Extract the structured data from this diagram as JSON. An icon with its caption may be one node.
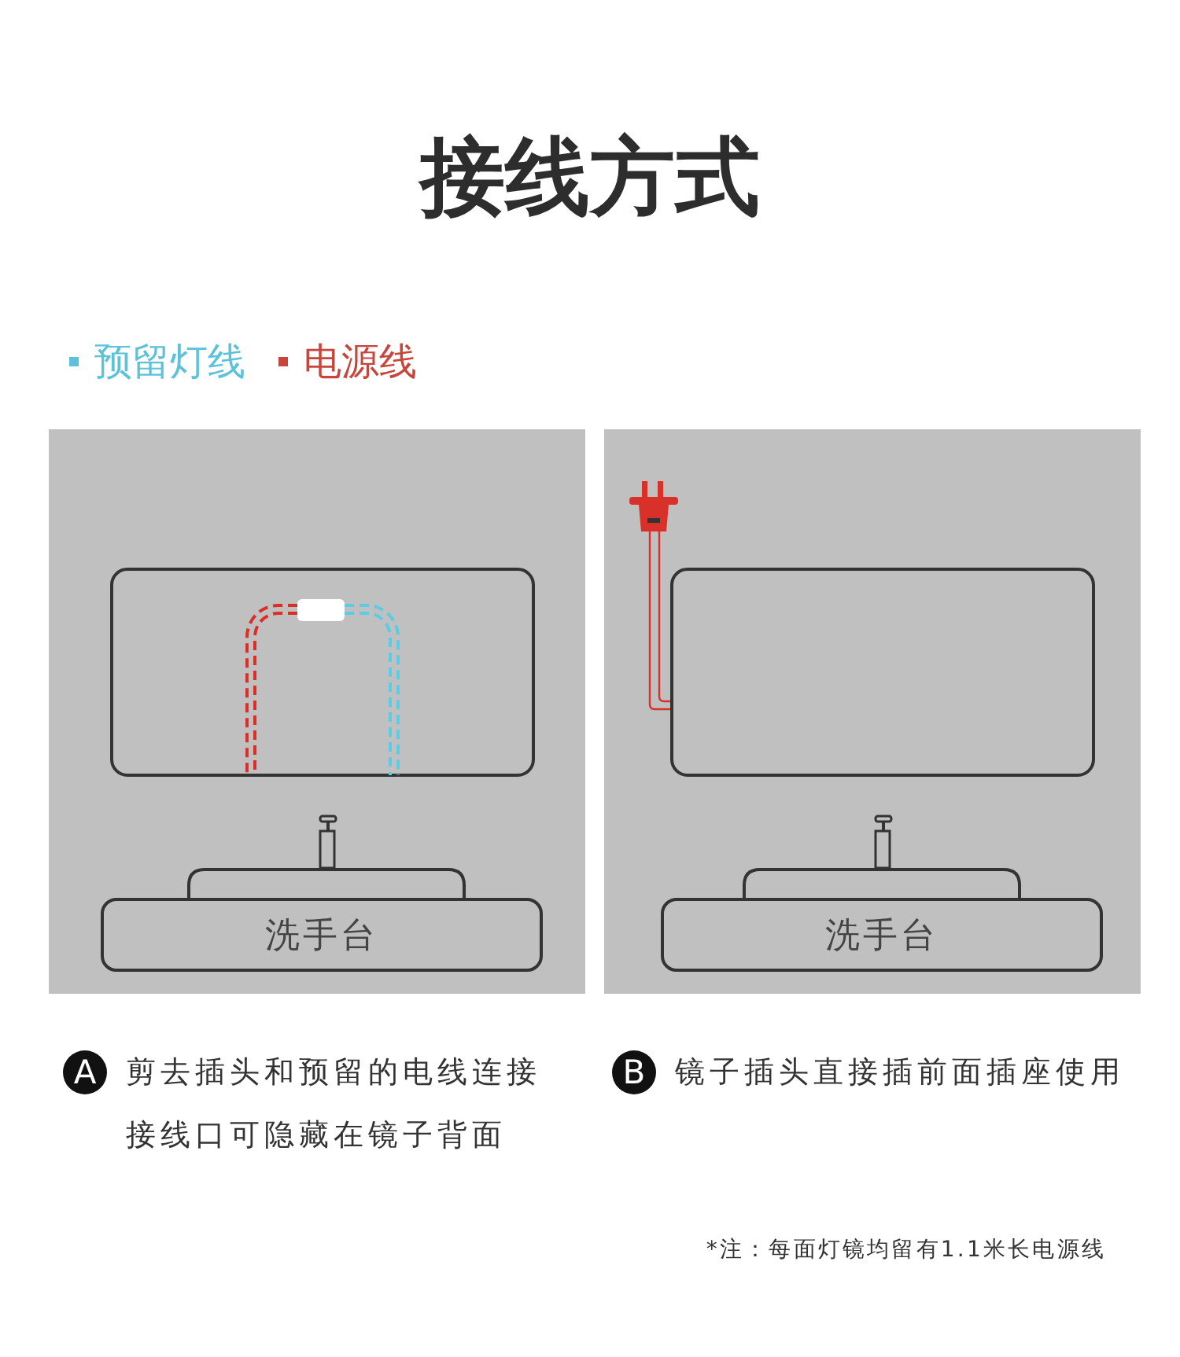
{
  "diagram": {
    "title": "接线方式",
    "nodes": [
      {
        "text": [],
        "shape": "box"
      },
      {
        "text": [],
        "shape": "box",
        "in": 0
      },
      {
        "text": [],
        "shape": "box",
        "in": 1
      },
      {
        "text": [
          "洗手台"
        ],
        "in": 0
      },
      {
        "text": [],
        "shape": "box"
      },
      {
        "text": [],
        "shape": "plug",
        "in": 4
      },
      {
        "text": [],
        "shape": "box",
        "in": 4
      },
      {
        "text": [
          "洗手台"
        ],
        "in": 4
      },
      {
        "text": [
          "A"
        ],
        "beside": [
          "剪去插头和预留的电线连接接线口可隐藏在镜子背面"
        ]
      },
      {
        "text": [
          "B"
        ],
        "beside": [
          "镜子插头直接插前面插座使用"
        ]
      }
    ],
    "edges": [
      {
        "from": 2,
        "to": null,
        "arrow": "none",
        "style": "dashed",
        "color": "#dc2d26"
      },
      {
        "from": 2,
        "to": null,
        "arrow": "none",
        "style": "dashed",
        "color": "#5ccbe3"
      },
      {
        "from": 5,
        "to": 6,
        "arrow": "none",
        "color": "#d9302a"
      }
    ],
    "labels": [
      "*注：每面灯镜均留有1.1米长电源线"
    ],
    "legend": [
      {
        "text": "预留灯线",
        "color": "#5bc2da"
      },
      {
        "text": "电源线",
        "color": "#c8453b"
      }
    ]
  }
}
